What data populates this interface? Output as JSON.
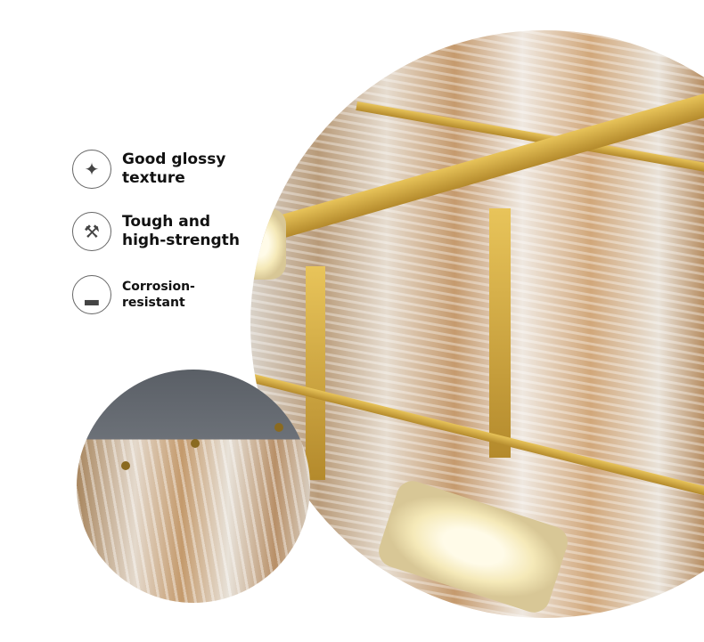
{
  "features": [
    {
      "icon": "sparkle-icon",
      "line1": "Good glossy",
      "line2": "texture"
    },
    {
      "icon": "hammer-icon",
      "line1": "Tough and",
      "line2": "high-strength"
    },
    {
      "icon": "corrosion-icon",
      "line1": "Corrosion-",
      "line2": "resistant"
    }
  ]
}
